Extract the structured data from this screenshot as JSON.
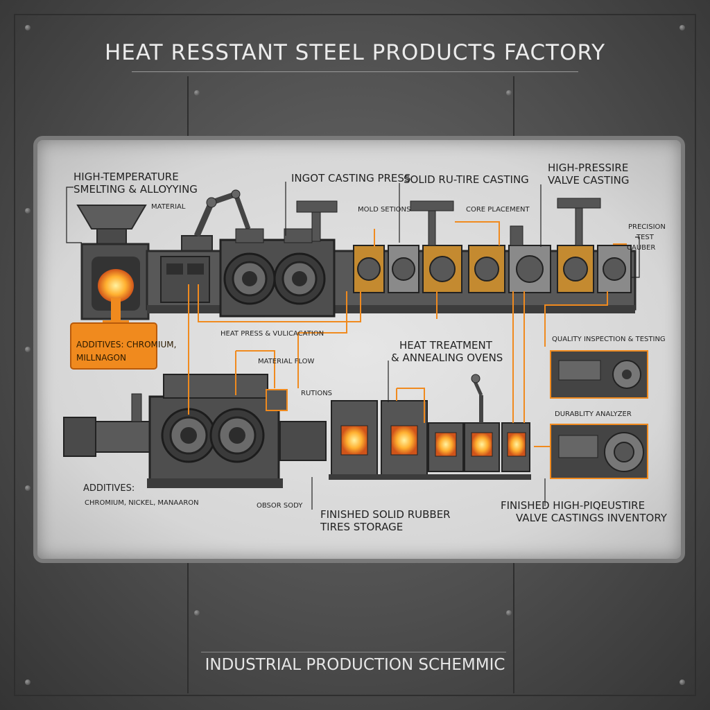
{
  "title": "HEAT RESSTANT STEEL PRODUCTS FACTORY",
  "footer": "INDUSTRIAL PRODUCTION SCHEMMIC",
  "colors": {
    "accent_orange": "#f08a1e",
    "panel_bg": "#dcdcdc",
    "machine_gray": "#5a5a5a",
    "hot_glow": "#ffb030"
  },
  "labels": {
    "smelting_line1": "HIGH-TEMPERATURE",
    "smelting_line2": "SMELTING & ALLOYYING",
    "material": "MATERIAL",
    "additives_box_line1": "ADDITIVES: CHROMIUM,",
    "additives_box_line2": "MILLNAGON",
    "ingot_casting": "INGOT CASTING PRESS",
    "solid_tire_casting": "SOLID RU-TIRE CASTING",
    "mold_setting": "MOLD SETIONS",
    "core_placement": "CORE PLACEMENT",
    "valve_casting_line1": "HIGH-PRESSIRE",
    "valve_casting_line2": "VALVE CASTING",
    "precision": "PRECISION",
    "test_line1": "TEST",
    "test_line2": "CAUBER",
    "heat_press": "HEAT PRESS & VULICACATION",
    "material_flow": "MATERIAL FLOW",
    "rutions": "RUTIONS",
    "heat_treatment_line1": "HEAT TREATMENT",
    "heat_treatment_line2": "& ANNEALING OVENS",
    "quality": "QUALITY INSPECTION & TESTING",
    "durability": "DURABLITY ANALYZER",
    "additives2_line1": "ADDITIVES:",
    "additives2_line2": "CHROMIUM, NICKEL, MANAARON",
    "order_body": "OBSOR SODY",
    "tires_storage_line1": "FINISHED SOLID RUBBER",
    "tires_storage_line2": "TIRES STORAGE",
    "valve_inventory_line1": "FINISHED HIGH-PIQEUSTIRE",
    "valve_inventory_line2": "VALVE CASTINGS INVENTORY"
  }
}
